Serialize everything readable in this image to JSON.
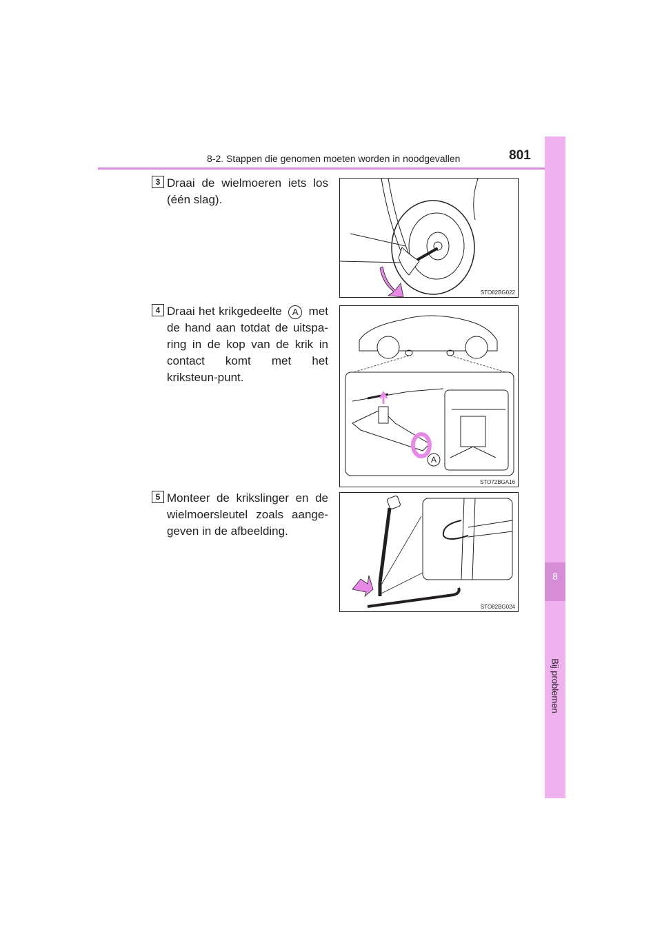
{
  "header": {
    "section_title": "8-2. Stappen die genomen moeten worden in noodgevallen",
    "page_number": "801"
  },
  "side_tab": {
    "chapter_number": "8",
    "chapter_title": "Bij problemen"
  },
  "steps": [
    {
      "number": "3",
      "text": "Draai de wielmoeren iets los (één slag).",
      "figure_code": "STO82BG022"
    },
    {
      "number": "4",
      "text_before": "Draai het krikgedeelte",
      "callout": "A",
      "text_after": "met de hand aan totdat de uitspa-ring in de kop van de krik in contact komt met het kriksteun-punt.",
      "figure_code": "STO72BGA16",
      "figure_callout": "A"
    },
    {
      "number": "5",
      "text": "Monteer de krikslinger en de wielmoersleutel zoals aange-geven in de afbeelding.",
      "figure_code": "STO82BG024"
    }
  ],
  "colors": {
    "accent": "#d68cd6",
    "tab": "#efb2ef",
    "arrow": "#e78ae7"
  }
}
